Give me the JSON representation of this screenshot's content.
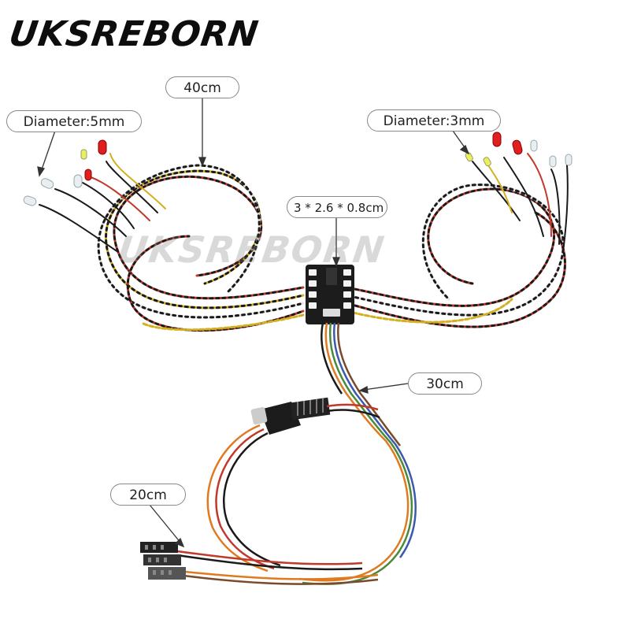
{
  "brand": {
    "logo_text": "UKSREBORN",
    "watermark_text": "UKSREBORN"
  },
  "annotations": {
    "length_main": "40cm",
    "diameter_left": "Diameter:5mm",
    "diameter_right": "Diameter:3mm",
    "module_size": "3 * 2.6 * 0.8cm",
    "length_control": "30cm",
    "length_servo": "20cm"
  },
  "colors": {
    "wire_red": "#c0392b",
    "wire_black": "#1a1a1a",
    "wire_yellow": "#d4b020",
    "wire_white": "#e8e8e8",
    "wire_orange": "#e07a20",
    "wire_green": "#4a8a3a",
    "wire_blue": "#3a5ab0",
    "wire_brown": "#7a4a2a",
    "led_red": "#e02020",
    "led_clear": "#e8eef2",
    "led_yellow": "#e8f060",
    "module_body": "#1c1c1c"
  }
}
